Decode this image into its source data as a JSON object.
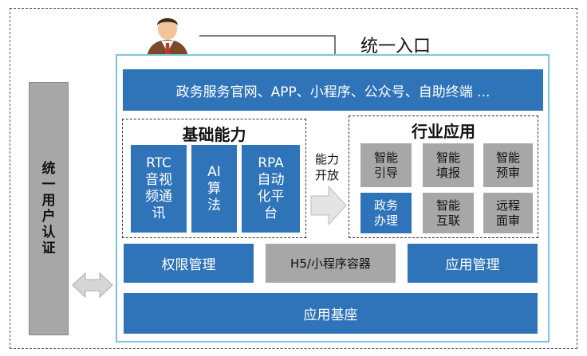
{
  "diagram": {
    "unified_entry": "统一入口",
    "entry_channels": "政务服务官网、APP、小程序、公众号、自助终端 ...",
    "user_auth": "统一用户认证",
    "basic_capabilities": {
      "title": "基础能力",
      "items": [
        "RTC\n音视\n频通\n讯",
        "AI\n算\n法",
        "RPA\n自动\n化平\n台"
      ]
    },
    "open_capability": "能力\n开放",
    "industry_apps": {
      "title": "行业应用",
      "items": [
        "智能\n引导",
        "智能\n填报",
        "智能\n预审",
        "政务\n办理",
        "智能\n互联",
        "远程\n面审"
      ]
    },
    "middle_row": [
      "权限管理",
      "H5/小程序容器",
      "应用管理"
    ],
    "base": "应用基座"
  },
  "colors": {
    "blue": "#2f74b8",
    "gray": "#a7a7a7",
    "frame": "#7fc2df"
  },
  "icons": {
    "user": "business-person-icon"
  }
}
